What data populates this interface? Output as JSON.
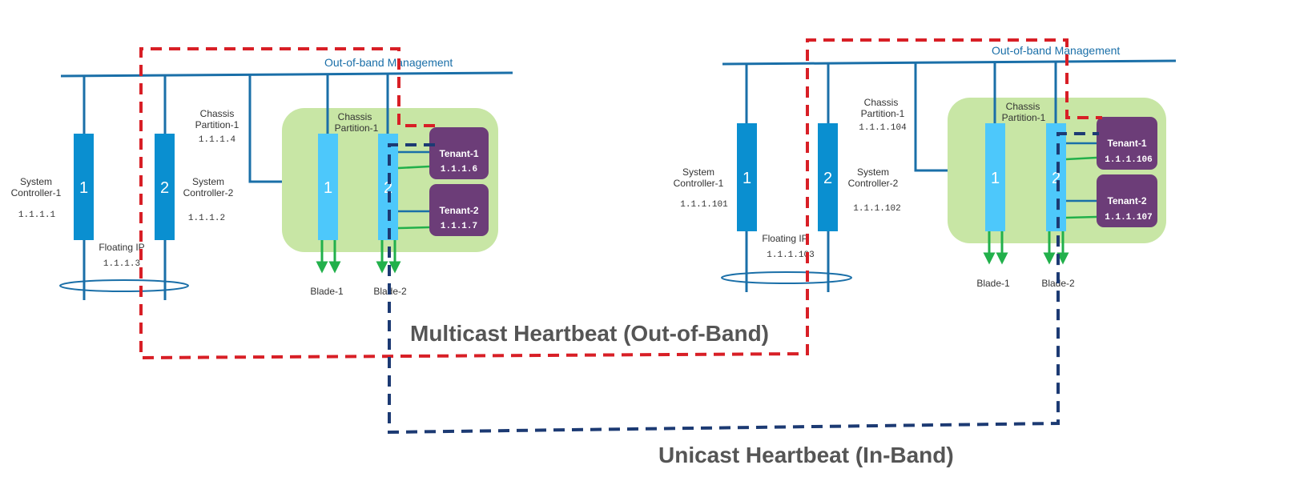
{
  "colors": {
    "bus": "#1a6fa8",
    "controller": "#0a8fd0",
    "blade": "#4dc8fb",
    "chassis_bg": "#c8e6a5",
    "tenant": "#6c3d78",
    "link_green": "#22b04b",
    "multicast": "#d81f26",
    "unicast": "#1c3a73",
    "heading_text": "#555555"
  },
  "left": {
    "mgmt_label": "Out-of-band Management",
    "controllers": [
      {
        "number": "1",
        "name_line1": "System",
        "name_line2": "Controller-1",
        "ip": "1.1.1.1"
      },
      {
        "number": "2",
        "name_line1": "System",
        "name_line2": "Controller-2",
        "ip": "1.1.1.2"
      }
    ],
    "floating_label": "Floating IP",
    "floating_ip": "1.1.1.3",
    "partition_outer": {
      "line1": "Chassis",
      "line2": "Partition-1",
      "ip": "1.1.1.4"
    },
    "partition_inner": {
      "line1": "Chassis",
      "line2": "Partition-1"
    },
    "blades": [
      {
        "number": "1",
        "label": "Blade-1"
      },
      {
        "number": "2",
        "label": "Blade-2"
      }
    ],
    "tenants": [
      {
        "name": "Tenant-1",
        "ip": "1.1.1.6"
      },
      {
        "name": "Tenant-2",
        "ip": "1.1.1.7"
      }
    ]
  },
  "right": {
    "mgmt_label": "Out-of-band Management",
    "controllers": [
      {
        "number": "1",
        "name_line1": "System",
        "name_line2": "Controller-1",
        "ip": "1.1.1.101"
      },
      {
        "number": "2",
        "name_line1": "System",
        "name_line2": "Controller-2",
        "ip": "1.1.1.102"
      }
    ],
    "floating_label": "Floating IP",
    "floating_ip": "1.1.1.103",
    "partition_outer": {
      "line1": "Chassis",
      "line2": "Partition-1",
      "ip": "1.1.1.104"
    },
    "partition_inner": {
      "line1": "Chassis",
      "line2": "Partition-1"
    },
    "blades": [
      {
        "number": "1",
        "label": "Blade-1"
      },
      {
        "number": "2",
        "label": "Blade-2"
      }
    ],
    "tenants": [
      {
        "name": "Tenant-1",
        "ip": "1.1.1.106"
      },
      {
        "name": "Tenant-2",
        "ip": "1.1.1.107"
      }
    ]
  },
  "multicast_label": "Multicast Heartbeat (Out-of-Band)",
  "unicast_label": "Unicast Heartbeat (In-Band)"
}
